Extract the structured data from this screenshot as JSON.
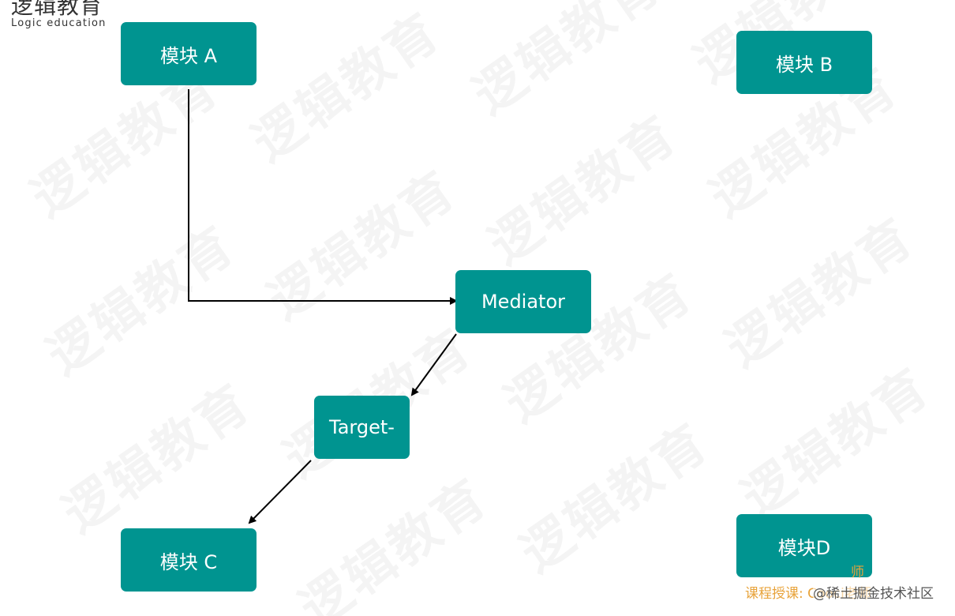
{
  "logo": {
    "cn": "逻辑教育",
    "en": "Logic education"
  },
  "watermark": {
    "text": "逻辑教育"
  },
  "colors": {
    "node_fill": "#009490",
    "node_text": "#ffffff",
    "edge": "#000000",
    "credit_orange": "#e8a33a",
    "credit_gray": "#555555"
  },
  "nodes": {
    "module_a": "模块 A",
    "module_b": "模块 B",
    "mediator": "Mediator",
    "target": "Target-",
    "module_c": "模块 C",
    "module_d": "模块D"
  },
  "edges": [
    {
      "from": "module_a",
      "to": "mediator"
    },
    {
      "from": "mediator",
      "to": "target"
    },
    {
      "from": "target",
      "to": "module_c"
    }
  ],
  "credits": {
    "teacher": "师",
    "course": "课程授课: Cooci老师",
    "community": "@稀土掘金技术社区"
  }
}
